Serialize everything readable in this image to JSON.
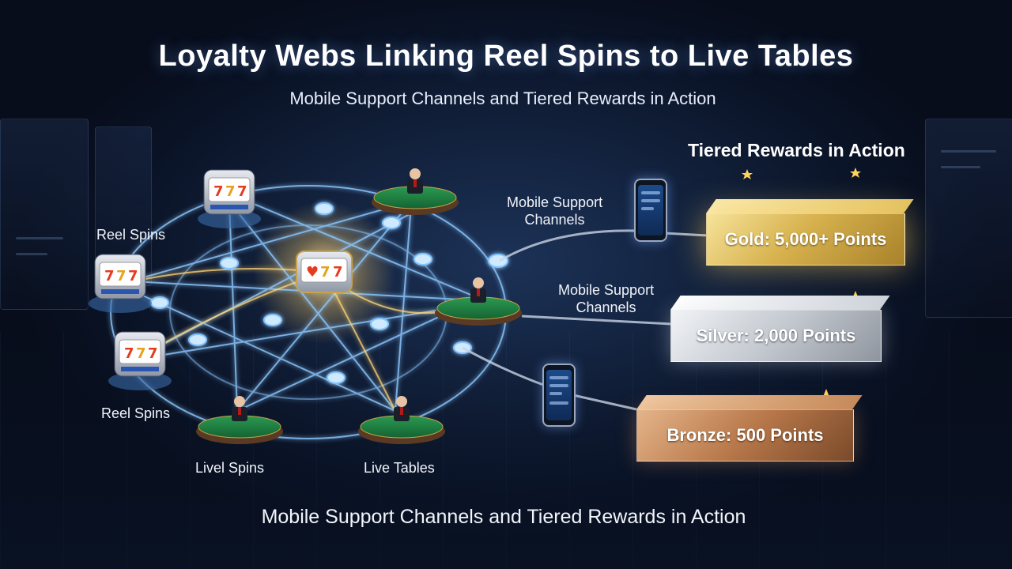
{
  "title": "Loyalty Webs Linking Reel Spins to Live Tables",
  "subtitle": "Mobile Support Channels and Tiered Rewards in Action",
  "footer": "Mobile Support Channels and Tiered Rewards in Action",
  "labels": {
    "reel_spins_top": "Reel Spins",
    "reel_spins_bottom": "Reel Spins",
    "livel_spins": "Livel Spins",
    "live_tables": "Live Tables",
    "mobile_support_1": "Mobile Support\nChannels",
    "mobile_support_2": "Mobile Support\nChannels"
  },
  "tiers": {
    "heading": "Tiered Rewards in Action",
    "gold": "Gold: 5,000+ Points",
    "silver": "Silver: 2,000 Points",
    "bronze": "Bronze: 500 Points"
  },
  "colors": {
    "network_glow": "#7fc4ff",
    "gold_glow": "#ffd35a",
    "table_felt": "#1f7a3e",
    "background": "#0d1a33"
  },
  "icons": [
    "slot-machine-icon",
    "live-dealer-table-icon",
    "smartphone-icon",
    "star-icon"
  ]
}
